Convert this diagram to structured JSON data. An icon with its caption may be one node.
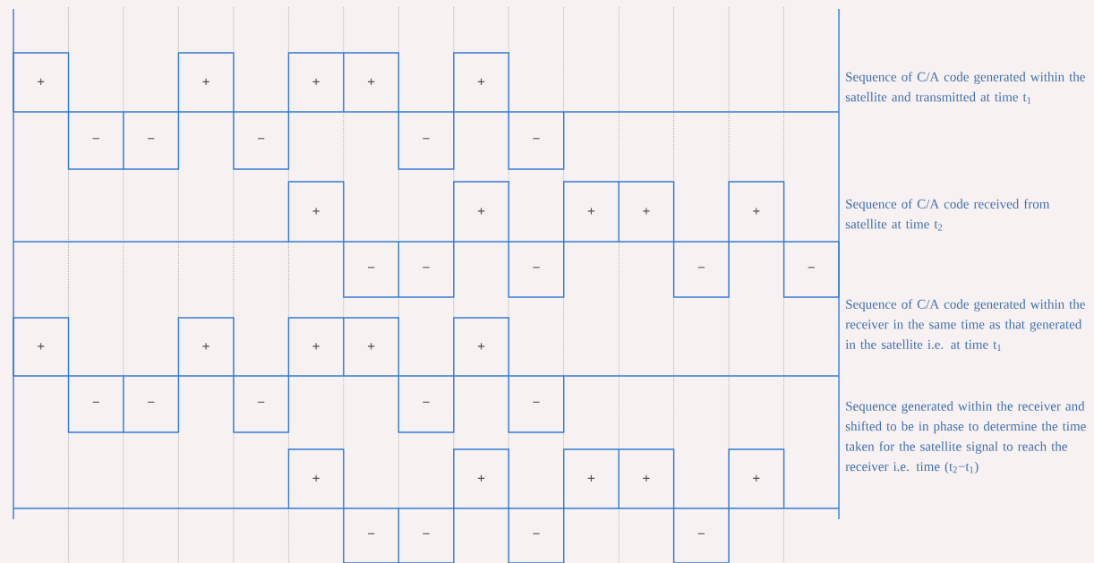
{
  "diagram": {
    "labels": [
      "+",
      "−",
      "−",
      "+",
      "−",
      "+",
      "+",
      "−",
      "+",
      "−",
      "Sequence of C/A code generated within the satellite and transmitted at time t$_{1}$",
      "+",
      "−",
      "−",
      "+",
      "−",
      "+",
      "+",
      "−",
      "+",
      "−",
      "Sequence of C/A code received from satellite at time t$_{2}$",
      "+",
      "−",
      "−",
      "+",
      "−",
      "+",
      "+",
      "−",
      "+",
      "−",
      "Sequence of C/A code generated within the receiver in the same time as that generated in the satellite i.e. at time t$_{1}$",
      "+",
      "−",
      "−",
      "+",
      "−",
      "+",
      "+",
      "−",
      "+",
      "Sequence generated within the receiver and shifted to be in phase to determine the time taken for the satellite signal to reach the receiver i.e. time (t$_{2}$−t$_{1}$)"
    ]
  }
}
